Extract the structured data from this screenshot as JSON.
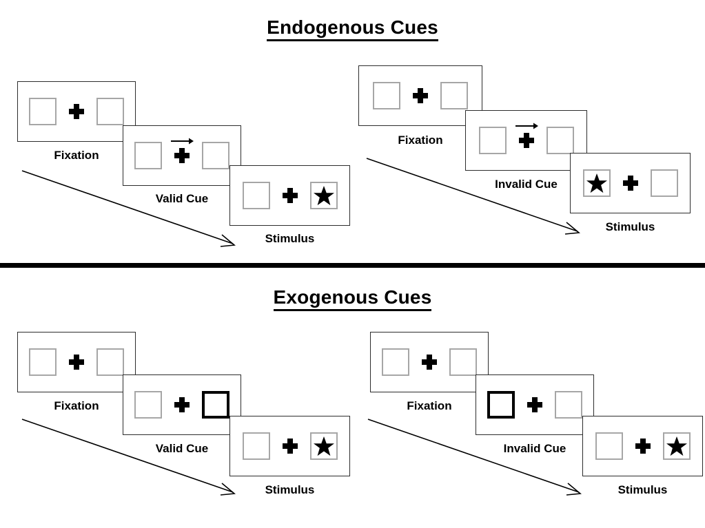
{
  "figure": {
    "type": "diagram",
    "subject": "Posner spatial cueing paradigm"
  },
  "sections": [
    {
      "id": "endogenous",
      "title": "Endogenous Cues",
      "sequences": [
        {
          "id": "endogenous-valid",
          "panels": [
            {
              "label": "Fixation",
              "left_box": "empty",
              "right_box": "empty",
              "center": "fixation-cross",
              "arrow_cue": "none"
            },
            {
              "label": "Valid Cue",
              "left_box": "empty",
              "right_box": "empty",
              "center": "fixation-cross",
              "arrow_cue": "right"
            },
            {
              "label": "Stimulus",
              "left_box": "empty",
              "right_box": "star",
              "center": "fixation-cross",
              "arrow_cue": "none"
            }
          ]
        },
        {
          "id": "endogenous-invalid",
          "panels": [
            {
              "label": "Fixation",
              "left_box": "empty",
              "right_box": "empty",
              "center": "fixation-cross",
              "arrow_cue": "none"
            },
            {
              "label": "Invalid Cue",
              "left_box": "empty",
              "right_box": "empty",
              "center": "fixation-cross",
              "arrow_cue": "right"
            },
            {
              "label": "Stimulus",
              "left_box": "star",
              "right_box": "empty",
              "center": "fixation-cross",
              "arrow_cue": "none"
            }
          ]
        }
      ]
    },
    {
      "id": "exogenous",
      "title": "Exogenous Cues",
      "sequences": [
        {
          "id": "exogenous-valid",
          "panels": [
            {
              "label": "Fixation",
              "left_box": "empty",
              "right_box": "empty",
              "center": "fixation-cross",
              "arrow_cue": "none"
            },
            {
              "label": "Valid Cue",
              "left_box": "empty",
              "right_box": "highlighted",
              "center": "fixation-cross",
              "arrow_cue": "none"
            },
            {
              "label": "Stimulus",
              "left_box": "empty",
              "right_box": "star",
              "center": "fixation-cross",
              "arrow_cue": "none"
            }
          ]
        },
        {
          "id": "exogenous-invalid",
          "panels": [
            {
              "label": "Fixation",
              "left_box": "empty",
              "right_box": "empty",
              "center": "fixation-cross",
              "arrow_cue": "none"
            },
            {
              "label": "Invalid Cue",
              "left_box": "highlighted",
              "right_box": "empty",
              "center": "fixation-cross",
              "arrow_cue": "none"
            },
            {
              "label": "Stimulus",
              "left_box": "empty",
              "right_box": "star",
              "center": "fixation-cross",
              "arrow_cue": "none"
            }
          ]
        }
      ]
    }
  ],
  "colors": {
    "box_border": "#a6a6a6",
    "cued_box_border": "#000000",
    "panel_border": "#2b2b2b",
    "ink": "#000000",
    "background": "#ffffff"
  }
}
